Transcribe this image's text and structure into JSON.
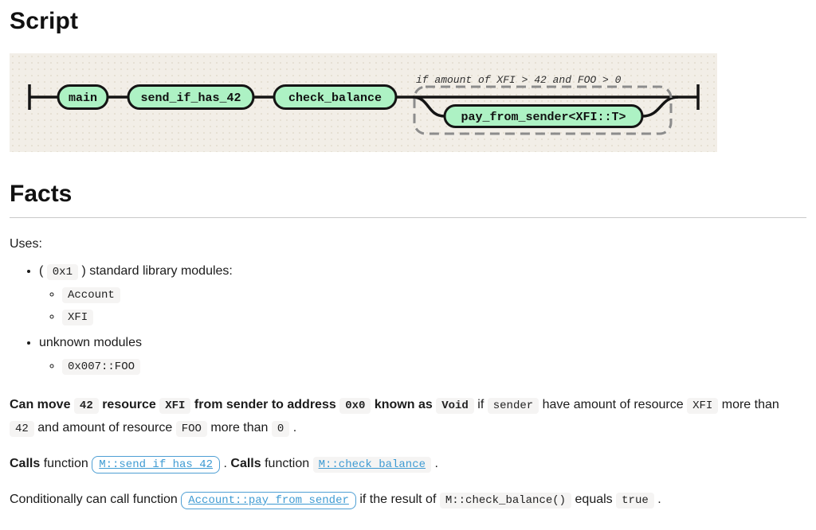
{
  "page": {
    "title": "Script"
  },
  "diagram": {
    "colors": {
      "background": "#f2eee7",
      "node_fill": "#adf2c4",
      "line": "#141414",
      "dashed_border": "#8c8c8c"
    },
    "nodes": [
      "main",
      "send_if_has_42",
      "check_balance"
    ],
    "conditional": {
      "label": "if amount of XFI > 42 and FOO > 0",
      "node": "pay_from_sender<XFI::T>"
    }
  },
  "facts": {
    "heading": "Facts",
    "uses_label": "Uses:",
    "modules": {
      "stdlib": {
        "prefix": "(",
        "address": "0x1",
        "suffix": ") standard library modules:",
        "items": [
          "Account",
          "XFI"
        ]
      },
      "unknown": {
        "label": "unknown modules",
        "items": [
          "0x007::FOO"
        ]
      }
    },
    "move_paragraph": {
      "b1": "Can move",
      "c1": "42",
      "b2": "resource",
      "c2": "XFI",
      "b3": "from sender to address",
      "c3": "0x0",
      "b4": "known as",
      "c4": "Void",
      "t5": "if",
      "c5": "sender",
      "t6": "have amount of resource",
      "c6": "XFI",
      "t7": "more than",
      "c7": "42",
      "t8": "and amount of resource",
      "c8": "FOO",
      "t9": "more than",
      "c9": "0",
      "t10": "."
    },
    "calls_paragraph": {
      "b1": "Calls",
      "t1": "function",
      "link1": "M::send_if_has_42",
      "t2": ".",
      "b2": "Calls",
      "t3": "function",
      "link2": "M::check_balance",
      "t4": "."
    },
    "conditional_paragraph": {
      "t1": "Conditionally can call function",
      "link1": "Account::pay_from_sender",
      "t2": "if the result of",
      "c1": "M::check_balance()",
      "t3": "equals",
      "c2": "true",
      "t4": "."
    }
  }
}
